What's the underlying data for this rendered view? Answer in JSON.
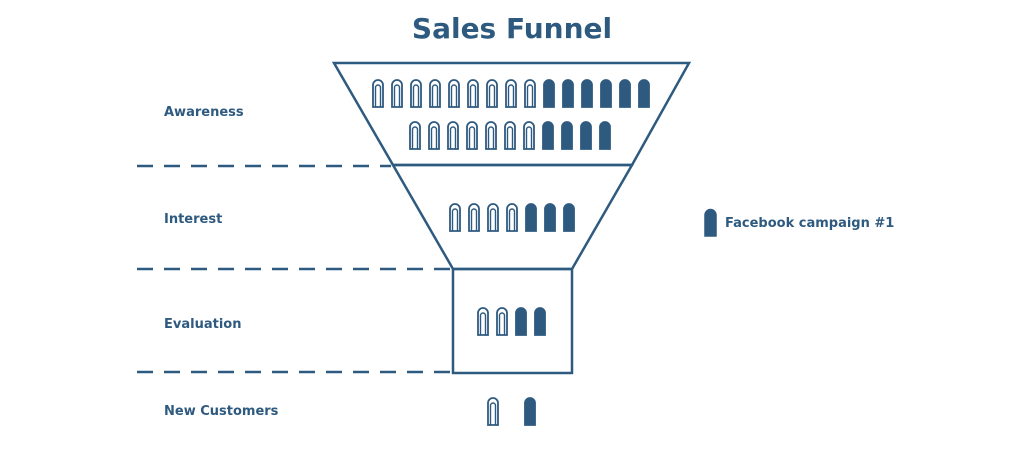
{
  "title": "Sales Funnel",
  "colors": {
    "primary": "#2f5a80",
    "background": "#ffffff"
  },
  "stages": [
    {
      "label": "Awareness",
      "rows": [
        {
          "outline": 9,
          "filled": 6
        },
        {
          "outline": 7,
          "filled": 4
        }
      ]
    },
    {
      "label": "Interest",
      "rows": [
        {
          "outline": 4,
          "filled": 3
        }
      ]
    },
    {
      "label": "Evaluation",
      "rows": [
        {
          "outline": 2,
          "filled": 2
        }
      ]
    },
    {
      "label": "New Customers",
      "rows": [
        {
          "outline": 1,
          "filled": 1
        }
      ]
    }
  ],
  "legend": {
    "label": "Facebook campaign #1",
    "icon": "filled-person-icon"
  }
}
